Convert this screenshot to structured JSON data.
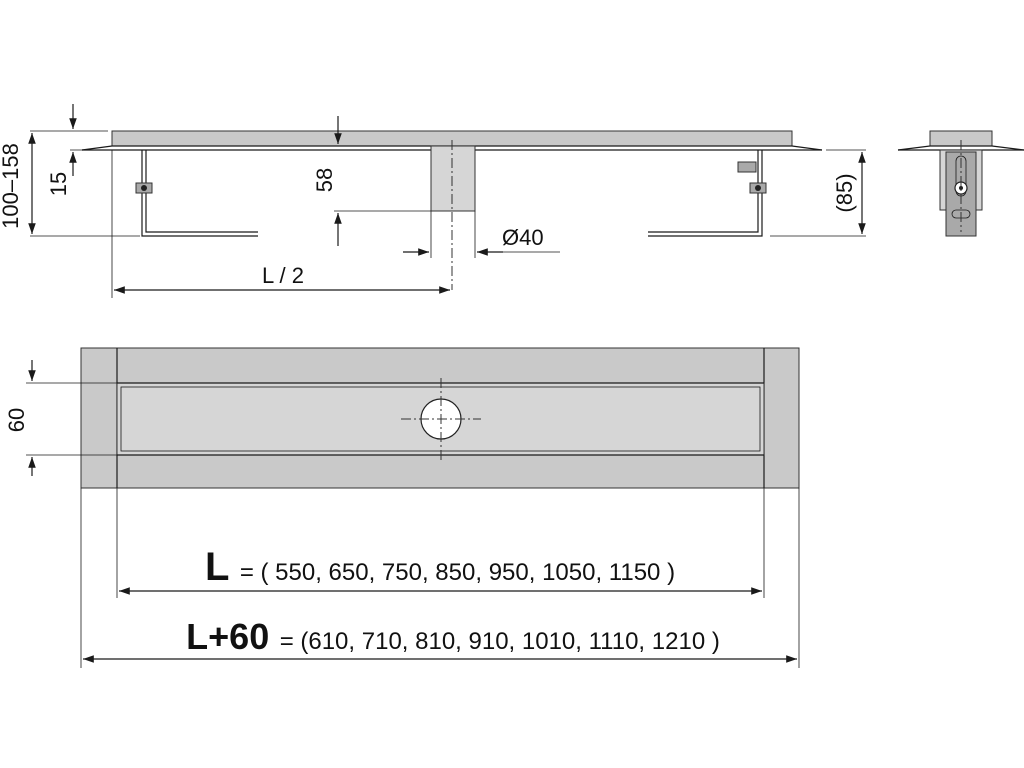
{
  "side_view": {
    "dim_height_range": "100–158",
    "dim_15": "15",
    "dim_58": "58",
    "dim_85": "(85)",
    "dim_outlet_diameter": "Ø40",
    "dim_half_length": "L / 2"
  },
  "top_view": {
    "dim_width": "60",
    "length_symbol": "L",
    "length_values": "= ( 550, 650, 750, 850, 950, 1050, 1150 )",
    "overall_symbol": "L+60",
    "overall_values": "= (610, 710, 810, 910, 1010, 1110, 1210 )"
  },
  "colors": {
    "steel": "#c9c9c9",
    "line": "#1a1a1a"
  }
}
